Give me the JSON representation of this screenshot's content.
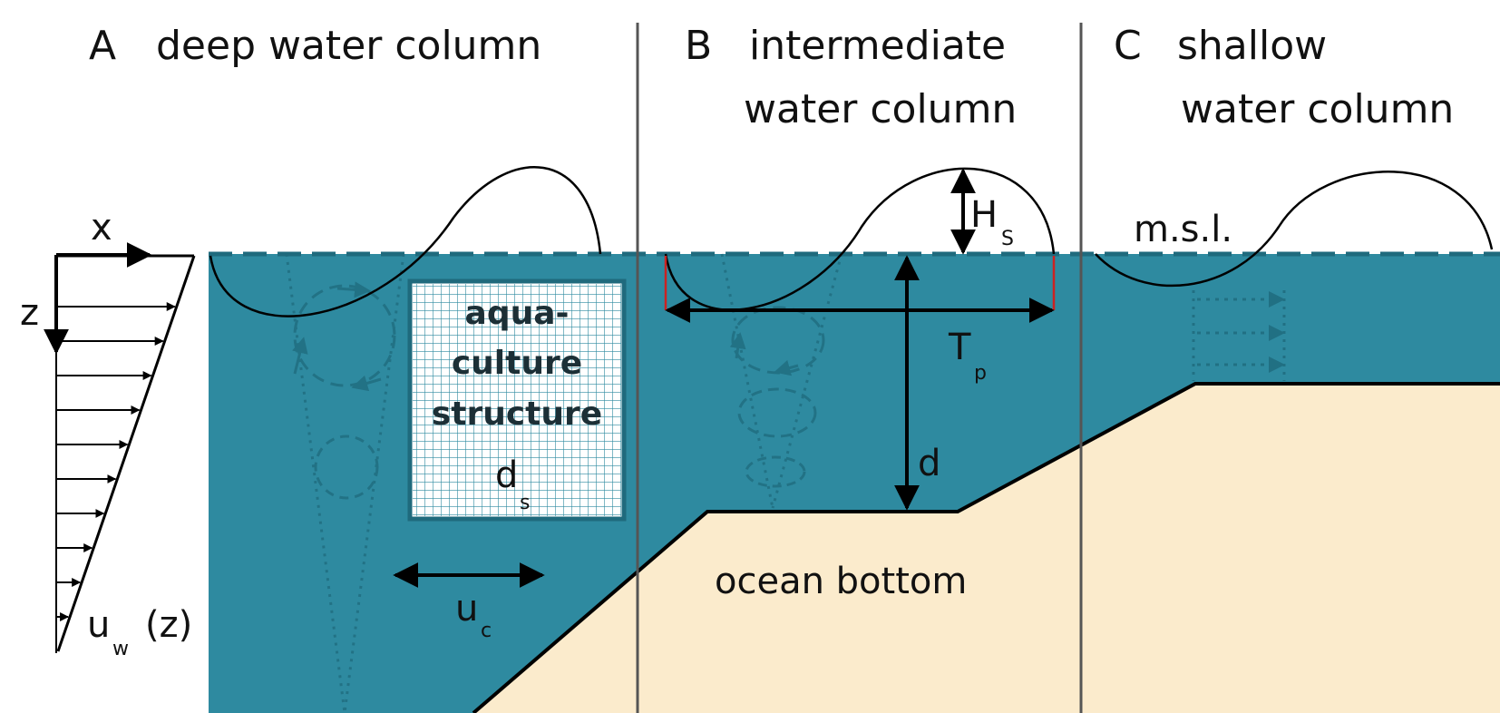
{
  "colors": {
    "water": "#2e8aa0",
    "water_dark": "#1f6a7d",
    "sand": "#fbebcc",
    "line": "#000000",
    "panel_divider": "#555555",
    "ripple_red": "#cc2222",
    "net": "#ffffff"
  },
  "panels": {
    "a": {
      "letter": "A",
      "title_line1": "deep water column"
    },
    "b": {
      "letter": "B",
      "title_line1": "intermediate",
      "title_line2": "water column"
    },
    "c": {
      "letter": "C",
      "title_line1": "shallow",
      "title_line2": "water column"
    }
  },
  "axes": {
    "x": "x",
    "z": "z"
  },
  "profile": {
    "label": "u",
    "subscript": "w",
    "suffix": "(z)"
  },
  "structure": {
    "line1": "aqua-",
    "line2": "culture",
    "line3": "structure",
    "label": "d",
    "subscript": "s"
  },
  "current": {
    "label": "u",
    "subscript": "c"
  },
  "wave": {
    "height": {
      "label": "H",
      "subscript": "S"
    },
    "period": {
      "label": "T",
      "subscript": "p"
    }
  },
  "depth": {
    "label": "d"
  },
  "msl": "m.s.l.",
  "bottom": "ocean bottom",
  "icons": {
    "orbit_deep": "circular-orbit-icon",
    "orbit_intermediate": "elliptical-orbit-icon",
    "orbit_shallow": "horizontal-oscillation-icon"
  }
}
